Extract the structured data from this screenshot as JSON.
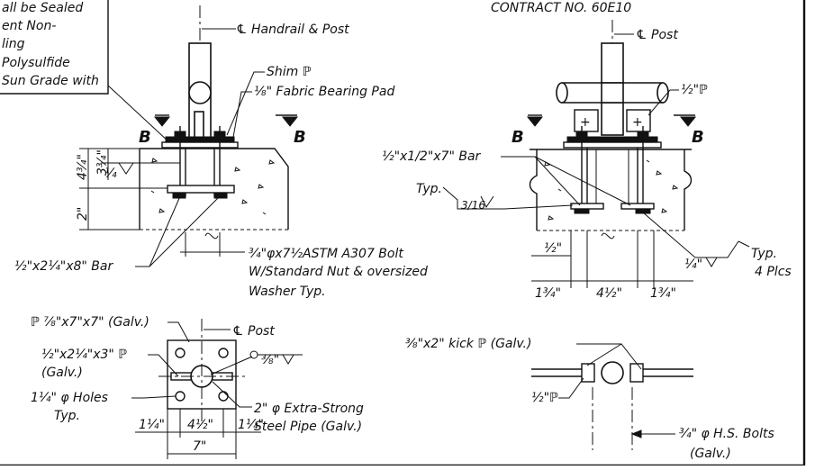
{
  "colors": {
    "ink": "#111111",
    "paper": "#ffffff"
  },
  "notes": {
    "line1": "all be Sealed",
    "line2": "ent Non-",
    "line3": "ling",
    "line4": "Polysulfide",
    "line5": "Sun Grade with"
  },
  "contract": "CONTRACT NO. 60E10",
  "left_section": {
    "cl_label": "Handrail & Post",
    "cl_symbol": "℄",
    "shim_label": "Shim ℙ",
    "pad_label": "⅛\" Fabric Bearing Pad",
    "section_letter": "B",
    "dim_4_3_4": "4¾\"",
    "dim_3_3_4": "3¾\"",
    "dim_2": "2\"",
    "weld_1_4": "¼",
    "bar_label": "½\"x2¼\"x8\" Bar",
    "bolt_line1": "¾\"φx7½ASTM A307 Bolt",
    "bolt_line2": "W/Standard Nut & oversized",
    "bolt_line3": "Washer Typ."
  },
  "right_section": {
    "cl_label": "Post",
    "cl_symbol": "℄",
    "plate_label": "½\"ℙ",
    "section_letter": "B",
    "bar_label": "½\"x1/2\"x7\" Bar",
    "typ_label": "Typ.",
    "weld_3_16": "3/16",
    "typ4_line1": "Typ.",
    "typ4_line2": "4 Plcs",
    "weld_1_4": "¼\"",
    "dim_half": "½\"",
    "dim_a": "1¾\"",
    "dim_b": "4½\"",
    "dim_c": "1¾\""
  },
  "plan_left": {
    "plate_label": "ℙ ⅞\"x7\"x7\" (Galv.)",
    "cl_label": "℄ Post",
    "clip_line1": "½\"x2¼\"x3\" ℙ",
    "clip_line2": "(Galv.)",
    "weld_3_8": "⅜\"",
    "holes_line1": "1¼\" φ Holes",
    "holes_line2": "Typ.",
    "pipe_line1": "2\" φ Extra-Strong",
    "pipe_line2": "Steel Pipe (Galv.)",
    "dim_a": "1¼\"",
    "dim_b": "4½\"",
    "dim_c": "1¼\"",
    "dim_total": "7\""
  },
  "plan_right": {
    "kick_label": "⅜\"x2\" kick ℙ (Galv.)",
    "plate_label": "½\"ℙ",
    "bolts_line1": "¾\" φ H.S. Bolts",
    "bolts_line2": "(Galv.)"
  }
}
